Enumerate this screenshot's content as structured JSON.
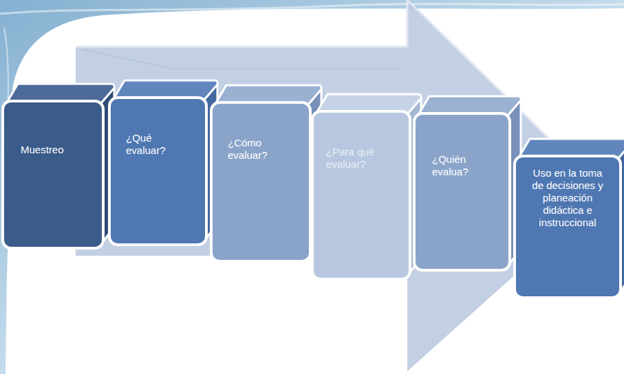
{
  "diagram": {
    "nodes": [
      {
        "text": [
          "Muestreo"
        ]
      },
      {
        "text": [
          "¿Qué evaluar?"
        ]
      },
      {
        "text": [
          "¿Cómo evaluar?"
        ]
      },
      {
        "text": [
          "¿Para qué evaluar?"
        ]
      },
      {
        "text": [
          "¿Quién evalua?"
        ]
      },
      {
        "text": [
          "Uso en la toma de decisiones y planeación didáctica e instruccional"
        ]
      }
    ]
  }
}
